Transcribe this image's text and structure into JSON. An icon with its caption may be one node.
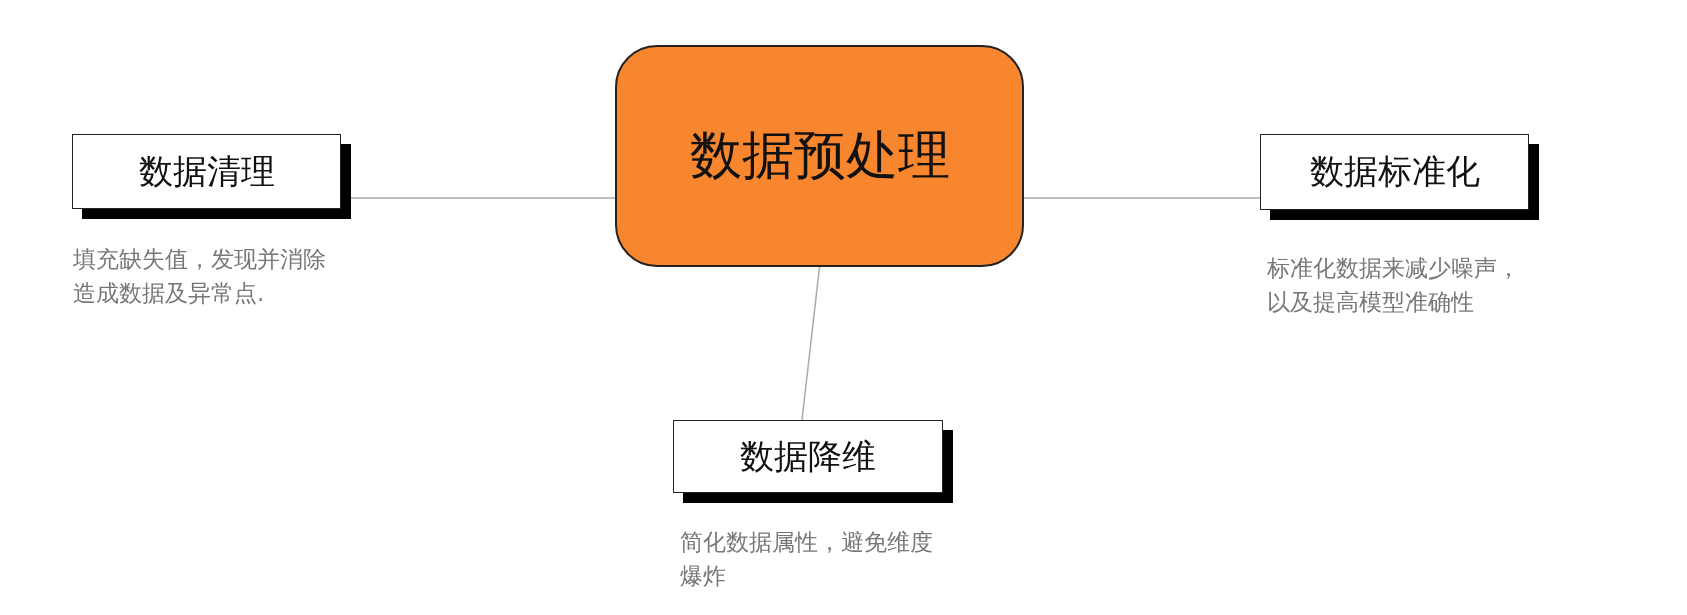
{
  "diagram": {
    "nodes": [
      {
        "text": [
          "数据预处理"
        ]
      },
      {
        "text": [
          "数据清理"
        ],
        "beside": [
          "填充缺失值，发现并消除造成数据及异常点."
        ]
      },
      {
        "text": [
          "数据标准化"
        ],
        "beside": [
          "标准化数据来减少噪声，以及提高模型准确性"
        ]
      },
      {
        "text": [
          "数据降维"
        ],
        "beside": [
          "简化数据属性，避免维度爆炸"
        ]
      }
    ],
    "edges": [
      {
        "from": 0,
        "to": 1,
        "arrow": "none"
      },
      {
        "from": 0,
        "to": 2,
        "arrow": "none"
      },
      {
        "from": 0,
        "to": 3,
        "arrow": "none"
      }
    ]
  }
}
